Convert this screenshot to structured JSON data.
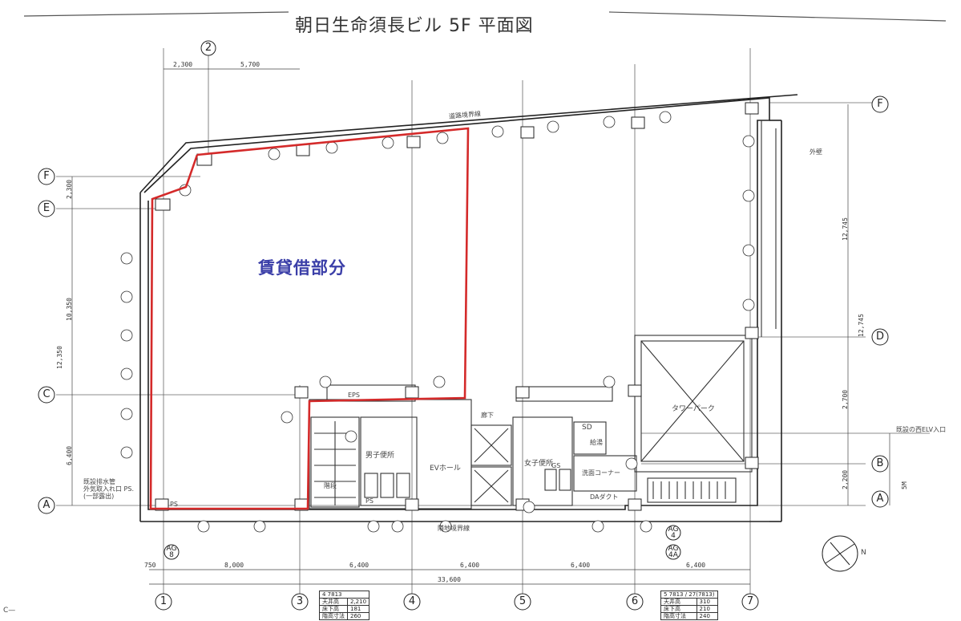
{
  "title": "朝日生命須長ビル 5F 平面図",
  "tenant_area_label": "賃貸借部分",
  "colors": {
    "tenant_outline": "#d42a2a",
    "tenant_text": "#3b3fa8",
    "line": "#333333"
  },
  "axes_columns": [
    "1",
    "2",
    "3",
    "4",
    "5",
    "6",
    "7"
  ],
  "axes_rows": [
    "F",
    "E",
    "C",
    "A",
    "B",
    "A",
    "D",
    "F"
  ],
  "dims_top": [
    "2,300",
    "5,700"
  ],
  "dims_bottom": [
    "8,000",
    "6,400",
    "6,400",
    "6,400",
    "6,400",
    "33,600",
    "750"
  ],
  "dims_left": [
    "2,300",
    "10,350",
    "12,350",
    "6,400"
  ],
  "dims_right": [
    "12,745",
    "12,745",
    "2,700",
    "2,200",
    "5M"
  ],
  "room_labels": {
    "elevator_hall": "EVホール",
    "mens_toilet": "男子便所",
    "womens_toilet": "女子便所",
    "corridor": "廊下",
    "tower_park": "タワーパーク",
    "da_duct": "DAダクト",
    "ps": "PS",
    "ps2": "PS",
    "eps": "EPS",
    "sd": "SD",
    "gs": "GS",
    "kyuto": "給湯",
    "shower": "洗面コーナー",
    "outer_wall": "外壁",
    "bottom_line": "隣地境界線",
    "top_line": "道路境界線",
    "note_left": "既設排水管\n外気取入れ口 PS.\n(一部露出)",
    "note_right": "既設の西ELV入口",
    "ag_b": "AG\n8",
    "ag_4": "AG\n4",
    "ag_4a": "AG\n4A",
    "north": "N",
    "stamp": "C—",
    "kaidan": "階段"
  },
  "tables": {
    "left": {
      "title": "4 7813",
      "rows": [
        [
          "天井高",
          "2,210"
        ],
        [
          "床下高",
          "181"
        ],
        [
          "階高寸法",
          "260"
        ]
      ]
    },
    "right": {
      "title": "5 7813 / 27(7813)",
      "rows": [
        [
          "天井高",
          "310"
        ],
        [
          "床下高",
          "210"
        ],
        [
          "階高寸法",
          "240"
        ]
      ]
    }
  }
}
